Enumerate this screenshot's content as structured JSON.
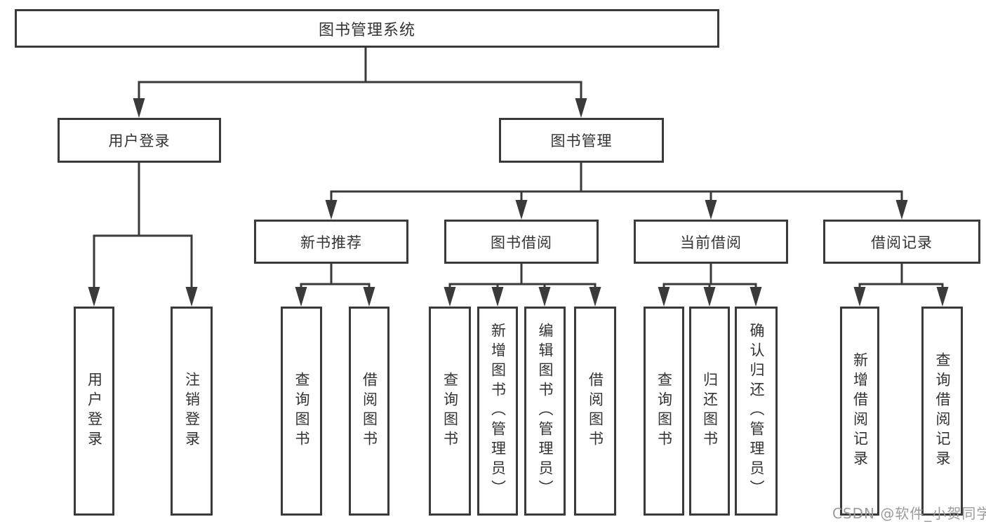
{
  "colors": {
    "line": "#3a3a3a",
    "text": "#333333",
    "background": "#ffffff",
    "watermark": "#9b9b9b"
  },
  "nodes": {
    "root": "图书管理系统",
    "user_login": "用户登录",
    "book_mgmt": "图书管理",
    "new_books": "新书推荐",
    "book_borrow": "图书借阅",
    "current_borrow": "当前借阅",
    "borrow_records": "借阅记录",
    "leaf_user_login": "用户登录",
    "leaf_logout": "注销登录",
    "leaf_nb_query": "查询图书",
    "leaf_nb_borrow": "借阅图书",
    "leaf_bb_query": "查询图书",
    "leaf_bb_add": "新增图书（管理员）",
    "leaf_bb_edit": "编辑图书（管理员）",
    "leaf_bb_borrow": "借阅图书",
    "leaf_cb_query": "查询图书",
    "leaf_cb_return": "归还图书",
    "leaf_cb_confirm": "确认归还（管理员）",
    "leaf_br_add": "新增借阅记录",
    "leaf_br_query": "查询借阅记录"
  },
  "watermark": "CSDN @软件_小贺同学"
}
